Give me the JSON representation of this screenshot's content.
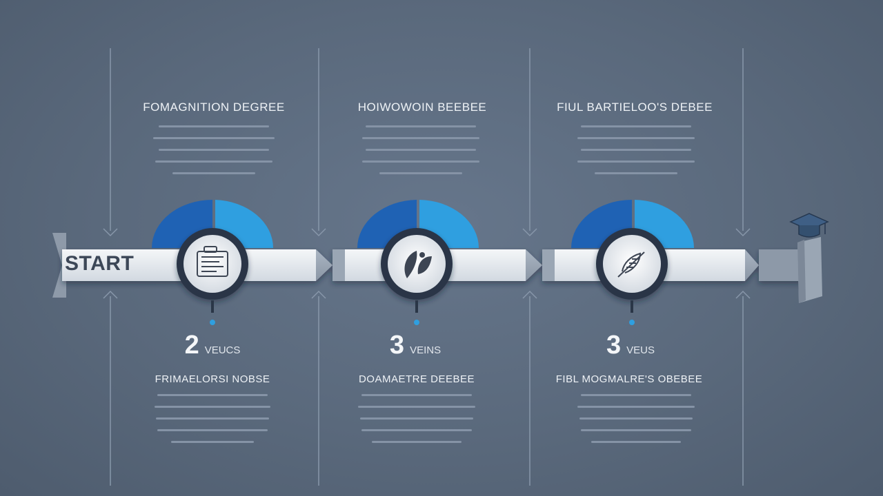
{
  "start_label": "START",
  "stages": [
    {
      "top_title": "FOMAGNITION DEGREE",
      "icon": "certificate-icon",
      "years_value": "2",
      "years_unit": "VEUCS",
      "bottom_title": "FRIMAELORSI NOBSE"
    },
    {
      "top_title": "HOIWOWOIN BEEBEE",
      "icon": "leaf-icon",
      "years_value": "3",
      "years_unit": "VEINS",
      "bottom_title": "DOAMAETRE DEEBEE"
    },
    {
      "top_title": "FIUL BARTIELOO'S DEBEE",
      "icon": "feather-icon",
      "years_value": "3",
      "years_unit": "VEUS",
      "bottom_title": "FIBL MOGMALRE'S OBEBEE"
    }
  ],
  "end_icon": "graduation-cap-icon",
  "colors": {
    "background": "#5a697c",
    "arc_light": "#2f9fe0",
    "arc_dark": "#1f62b4",
    "band": "#e9edf1",
    "node_ring": "#2a3647"
  }
}
